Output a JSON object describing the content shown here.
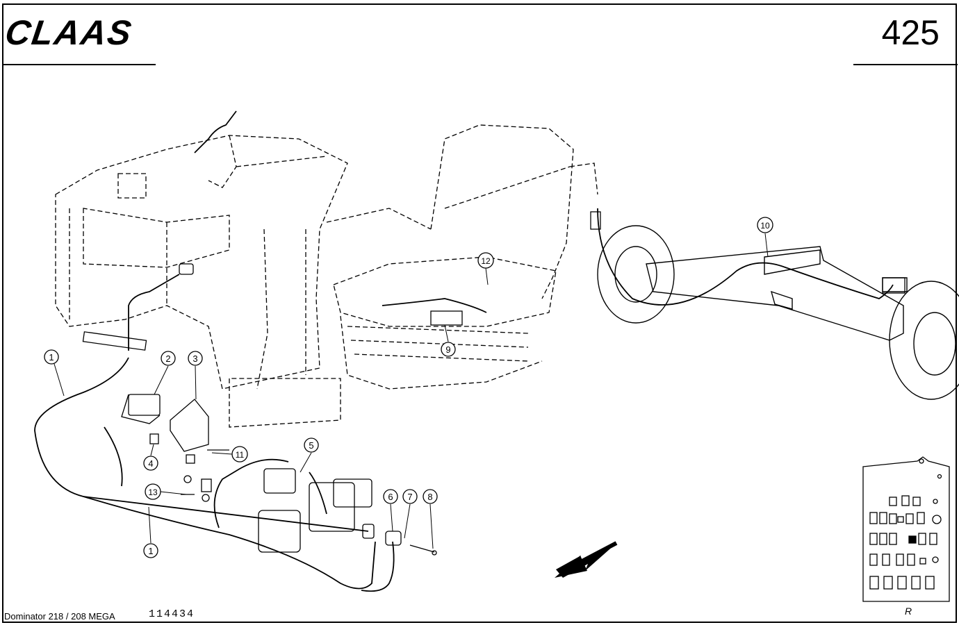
{
  "header": {
    "brand": "CLAAS",
    "page_number": "425"
  },
  "footer": {
    "model": "Dominator 218 / 208 MEGA",
    "code": "114434"
  },
  "fuse_panel": {
    "mark": "R"
  },
  "callouts": [
    {
      "id": "c1a",
      "label": "1"
    },
    {
      "id": "c1b",
      "label": "1"
    },
    {
      "id": "c2",
      "label": "2"
    },
    {
      "id": "c3",
      "label": "3"
    },
    {
      "id": "c4",
      "label": "4"
    },
    {
      "id": "c5",
      "label": "5"
    },
    {
      "id": "c6",
      "label": "6"
    },
    {
      "id": "c7",
      "label": "7"
    },
    {
      "id": "c8",
      "label": "8"
    },
    {
      "id": "c9",
      "label": "9"
    },
    {
      "id": "c10",
      "label": "10"
    },
    {
      "id": "c11",
      "label": "11"
    },
    {
      "id": "c12",
      "label": "12"
    },
    {
      "id": "c13",
      "label": "13"
    }
  ]
}
